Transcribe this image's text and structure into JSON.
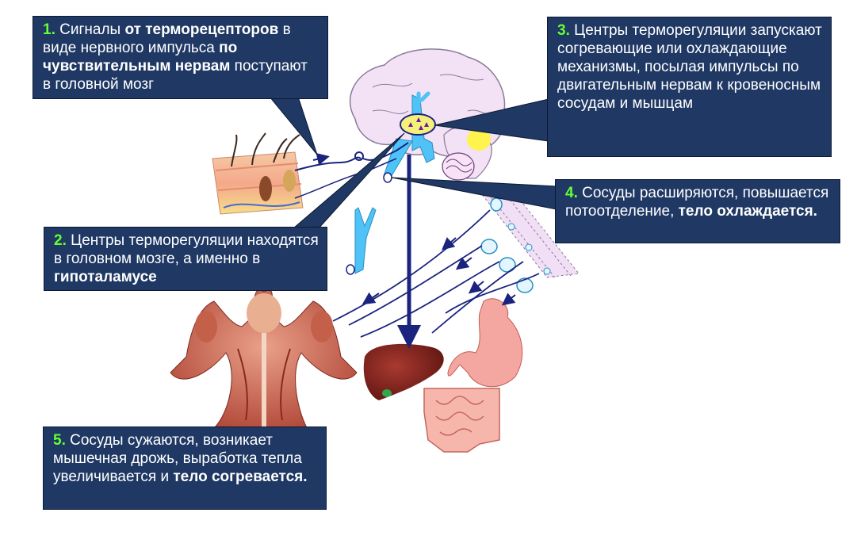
{
  "callouts": [
    {
      "id": "c1",
      "num": "1.",
      "parts": [
        {
          "t": " Сигналы ",
          "b": false
        },
        {
          "t": "от терморецепторов",
          "b": true
        },
        {
          "t": " в виде нервного импульса ",
          "b": false
        },
        {
          "t": "по чувствительным нервам",
          "b": true
        },
        {
          "t": " поступают в головной мозг",
          "b": false
        }
      ]
    },
    {
      "id": "c2",
      "num": "2.",
      "parts": [
        {
          "t": " Центры терморегуляции находятся в головном мозге, а именно в ",
          "b": false
        },
        {
          "t": "гипоталамусе",
          "b": true
        }
      ]
    },
    {
      "id": "c3",
      "num": "3.",
      "parts": [
        {
          "t": " Центры терморегуляции запускают согревающие или охлаждающие механизмы, посылая импульсы по двигательным нервам к кровеносным сосудам и мышцам",
          "b": false
        }
      ]
    },
    {
      "id": "c4",
      "num": "4.",
      "parts": [
        {
          "t": " Сосуды расширяются, повышается потоотделение, ",
          "b": false
        },
        {
          "t": "тело охлаждается.",
          "b": true
        }
      ]
    },
    {
      "id": "c5",
      "num": "5.",
      "parts": [
        {
          "t": " Сосуды сужаются, возникает мышечная дрожь, выработка тепла увеличивается и ",
          "b": false
        },
        {
          "t": "тело согревается.",
          "b": true
        }
      ]
    }
  ],
  "colors": {
    "box_bg": "#1f3864",
    "number": "#66ff33",
    "nerve": "#1a237e",
    "brain_fill": "#f3e1f5",
    "vessel": "#4fc3f7",
    "hypothalamus": "#f4f07a"
  },
  "illustrations": [
    "brain-illustration",
    "skin-illustration",
    "muscular-back-illustration",
    "liver-illustration",
    "stomach-illustration",
    "intestine-illustration",
    "spinal-cord-illustration"
  ]
}
